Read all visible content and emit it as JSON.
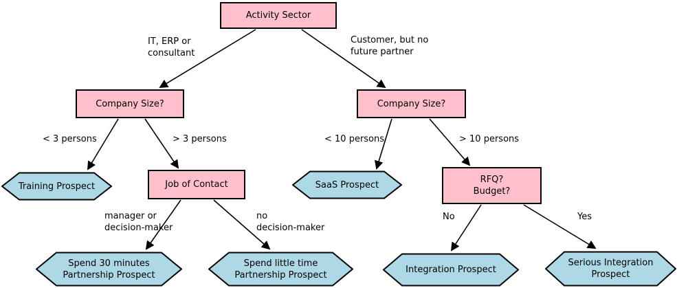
{
  "nodes": {
    "activity_sector": {
      "label": "Activity Sector"
    },
    "company_size_left": {
      "label": "Company Size?"
    },
    "company_size_right": {
      "label": "Company Size?"
    },
    "job_of_contact": {
      "label": "Job of Contact"
    },
    "rfq_budget": {
      "line1": "RFQ?",
      "line2": "Budget?"
    },
    "training_prospect": {
      "label": "Training Prospect"
    },
    "saas_prospect": {
      "label": "SaaS Prospect"
    },
    "spend_30_minutes": {
      "line1": "Spend 30 minutes",
      "line2": "Partnership Prospect"
    },
    "spend_little_time": {
      "line1": "Spend little time",
      "line2": "Partnership Prospect"
    },
    "integration_prospect": {
      "label": "Integration Prospect"
    },
    "serious_integration": {
      "line1": "Serious Integration",
      "line2": "Prospect"
    }
  },
  "edge_labels": {
    "it_erp_consultant": {
      "line1": "IT, ERP or",
      "line2": "consultant"
    },
    "customer_no_partner": {
      "line1": "Customer, but no",
      "line2": "future partner"
    },
    "lt_3_persons": "< 3 persons",
    "gt_3_persons": "> 3 persons",
    "lt_10_persons": "< 10 persons",
    "gt_10_persons": "> 10 persons",
    "manager_decision_maker": {
      "line1": "manager or",
      "line2": "decision-maker"
    },
    "no_decision_maker": {
      "line1": "no",
      "line2": "decision-maker"
    },
    "no": "No",
    "yes": "Yes"
  },
  "colors": {
    "decision_node_fill": "#FFC0CB",
    "outcome_node_fill": "#ADD8E6",
    "border": "#000000",
    "background": "#FFFFFF",
    "text": "#000000"
  }
}
